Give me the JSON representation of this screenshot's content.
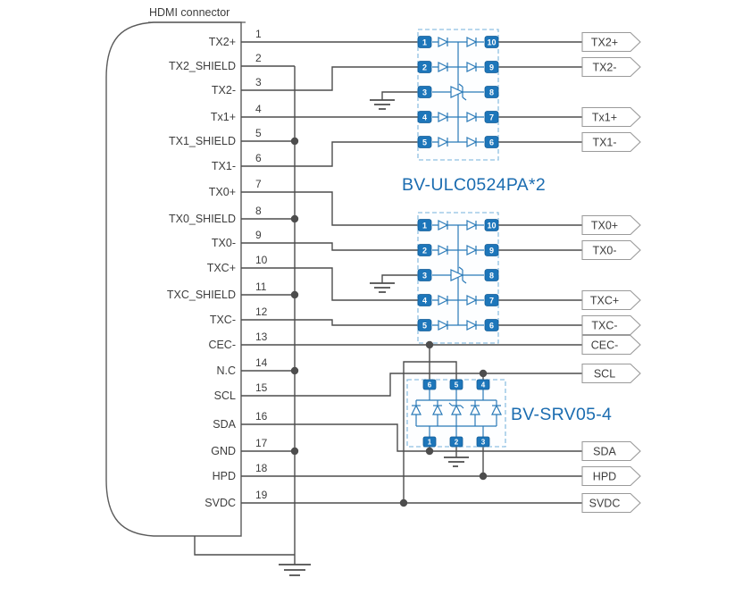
{
  "title": "HDMI connector",
  "colors": {
    "accent_blue": "#1b6cb0",
    "pin_blue": "#1d76ba",
    "wire_gray": "#4d4d4d",
    "ic_border_blue": "#8fc0e2"
  },
  "connector": {
    "pins": [
      {
        "num": "1",
        "label": "TX2+"
      },
      {
        "num": "2",
        "label": "TX2_SHIELD"
      },
      {
        "num": "3",
        "label": "TX2-"
      },
      {
        "num": "4",
        "label": "Tx1+"
      },
      {
        "num": "5",
        "label": "TX1_SHIELD"
      },
      {
        "num": "6",
        "label": "TX1-"
      },
      {
        "num": "7",
        "label": "TX0+"
      },
      {
        "num": "8",
        "label": "TX0_SHIELD"
      },
      {
        "num": "9",
        "label": "TX0-"
      },
      {
        "num": "10",
        "label": "TXC+"
      },
      {
        "num": "11",
        "label": "TXC_SHIELD"
      },
      {
        "num": "12",
        "label": "TXC-"
      },
      {
        "num": "13",
        "label": "CEC-"
      },
      {
        "num": "14",
        "label": "N.C"
      },
      {
        "num": "15",
        "label": "SCL"
      },
      {
        "num": "16",
        "label": "SDA"
      },
      {
        "num": "17",
        "label": "GND"
      },
      {
        "num": "18",
        "label": "HPD"
      },
      {
        "num": "19",
        "label": "SVDC"
      }
    ]
  },
  "ics": {
    "esd_array_label": "BV-ULC0524PA*2",
    "tvs_label": "BV-SRV05-4",
    "array_left_pins": [
      "1",
      "2",
      "3",
      "4",
      "5"
    ],
    "array_right_pins": [
      "10",
      "9",
      "8",
      "7",
      "6"
    ],
    "tvs_top_pins": [
      "6",
      "5",
      "4"
    ],
    "tvs_bottom_pins": [
      "1",
      "2",
      "3"
    ]
  },
  "outputs": [
    "TX2+",
    "TX2-",
    "Tx1+",
    "TX1-",
    "TX0+",
    "TX0-",
    "TXC+",
    "TXC-",
    "CEC-",
    "SCL",
    "SDA",
    "HPD",
    "SVDC"
  ]
}
